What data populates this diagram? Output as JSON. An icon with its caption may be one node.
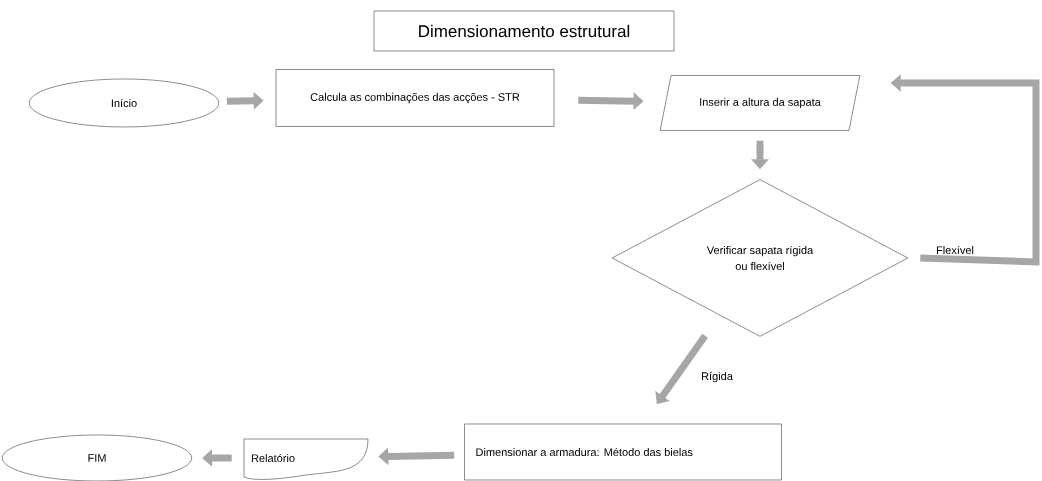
{
  "diagram": {
    "nodes": [
      {
        "text": [
          "Dimensionamento estrutural"
        ]
      },
      {
        "text": [
          "Início"
        ]
      },
      {
        "text": [
          "Calcula as combinações das acções - STR"
        ]
      },
      {
        "text": [
          "Inserir a altura da sapata"
        ]
      },
      {
        "text": [
          "Verificar sapata rígida ou flexível"
        ]
      },
      {
        "text": [
          "Dimensionar a armadura: Método das bielas"
        ]
      },
      {
        "text": [
          "Relatório"
        ]
      },
      {
        "text": [
          "FIM"
        ]
      }
    ],
    "edges": [
      {
        "from": 1,
        "to": 2,
        "arrow": "to"
      },
      {
        "from": 2,
        "to": 3,
        "arrow": "to"
      },
      {
        "from": 3,
        "to": 4,
        "arrow": "to"
      },
      {
        "from": 4,
        "to": 3,
        "arrow": "to",
        "label": "Flexível"
      },
      {
        "from": 4,
        "to": 5,
        "arrow": "to",
        "label": "Rígida"
      },
      {
        "from": 5,
        "to": 6,
        "arrow": "to"
      },
      {
        "from": 6,
        "to": 7,
        "arrow": "to"
      }
    ]
  }
}
